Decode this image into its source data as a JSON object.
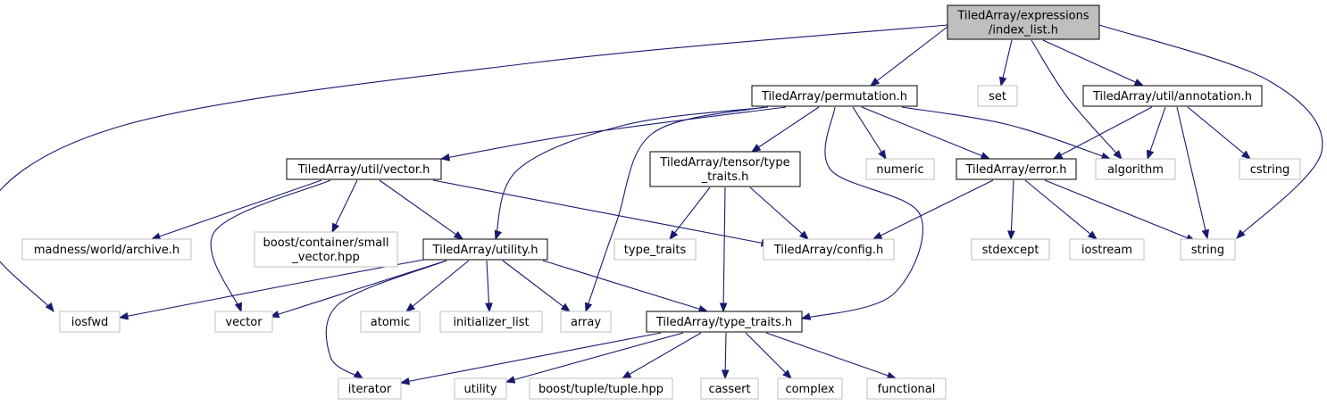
{
  "graph": {
    "colors": {
      "edge": "#191970",
      "root_fill": "#bfbfbf",
      "internal_border": "#000000",
      "external_border": "#bfbfbf",
      "text": "#000000"
    },
    "nodes": [
      {
        "id": "root",
        "kind": "root",
        "lines": [
          "TiledArray/expressions",
          "/index_list.h"
        ]
      },
      {
        "id": "permutation",
        "kind": "internal",
        "lines": [
          "TiledArray/permutation.h"
        ]
      },
      {
        "id": "set",
        "kind": "external",
        "lines": [
          "set"
        ]
      },
      {
        "id": "annotation",
        "kind": "internal",
        "lines": [
          "TiledArray/util/annotation.h"
        ]
      },
      {
        "id": "vector_h",
        "kind": "internal",
        "lines": [
          "TiledArray/util/vector.h"
        ]
      },
      {
        "id": "tensor_type_traits",
        "kind": "internal",
        "lines": [
          "TiledArray/tensor/type",
          "_traits.h"
        ]
      },
      {
        "id": "numeric",
        "kind": "external",
        "lines": [
          "numeric"
        ]
      },
      {
        "id": "error",
        "kind": "internal",
        "lines": [
          "TiledArray/error.h"
        ]
      },
      {
        "id": "algorithm",
        "kind": "external",
        "lines": [
          "algorithm"
        ]
      },
      {
        "id": "cstring",
        "kind": "external",
        "lines": [
          "cstring"
        ]
      },
      {
        "id": "archive",
        "kind": "external",
        "lines": [
          "madness/world/archive.h"
        ]
      },
      {
        "id": "small_vector",
        "kind": "external",
        "lines": [
          "boost/container/small",
          "_vector.hpp"
        ]
      },
      {
        "id": "utility_h",
        "kind": "internal",
        "lines": [
          "TiledArray/utility.h"
        ]
      },
      {
        "id": "type_traits",
        "kind": "external",
        "lines": [
          "type_traits"
        ]
      },
      {
        "id": "config",
        "kind": "external",
        "lines": [
          "TiledArray/config.h"
        ]
      },
      {
        "id": "stdexcept",
        "kind": "external",
        "lines": [
          "stdexcept"
        ]
      },
      {
        "id": "iostream",
        "kind": "external",
        "lines": [
          "iostream"
        ]
      },
      {
        "id": "string",
        "kind": "external",
        "lines": [
          "string"
        ]
      },
      {
        "id": "iosfwd",
        "kind": "external",
        "lines": [
          "iosfwd"
        ]
      },
      {
        "id": "vector",
        "kind": "external",
        "lines": [
          "vector"
        ]
      },
      {
        "id": "atomic",
        "kind": "external",
        "lines": [
          "atomic"
        ]
      },
      {
        "id": "initializer_list",
        "kind": "external",
        "lines": [
          "initializer_list"
        ]
      },
      {
        "id": "array",
        "kind": "external",
        "lines": [
          "array"
        ]
      },
      {
        "id": "ta_type_traits",
        "kind": "internal",
        "lines": [
          "TiledArray/type_traits.h"
        ]
      },
      {
        "id": "iterator",
        "kind": "external",
        "lines": [
          "iterator"
        ]
      },
      {
        "id": "utility",
        "kind": "external",
        "lines": [
          "utility"
        ]
      },
      {
        "id": "tuple",
        "kind": "external",
        "lines": [
          "boost/tuple/tuple.hpp"
        ]
      },
      {
        "id": "cassert",
        "kind": "external",
        "lines": [
          "cassert"
        ]
      },
      {
        "id": "complex",
        "kind": "external",
        "lines": [
          "complex"
        ]
      },
      {
        "id": "functional",
        "kind": "external",
        "lines": [
          "functional"
        ]
      }
    ],
    "edges": [
      [
        "root",
        "permutation"
      ],
      [
        "root",
        "set"
      ],
      [
        "root",
        "annotation"
      ],
      [
        "root",
        "algorithm"
      ],
      [
        "root",
        "string"
      ],
      [
        "root",
        "iosfwd"
      ],
      [
        "permutation",
        "vector_h"
      ],
      [
        "permutation",
        "tensor_type_traits"
      ],
      [
        "permutation",
        "numeric"
      ],
      [
        "permutation",
        "error"
      ],
      [
        "permutation",
        "algorithm"
      ],
      [
        "permutation",
        "utility_h"
      ],
      [
        "permutation",
        "array"
      ],
      [
        "permutation",
        "ta_type_traits"
      ],
      [
        "annotation",
        "error"
      ],
      [
        "annotation",
        "algorithm"
      ],
      [
        "annotation",
        "cstring"
      ],
      [
        "annotation",
        "string"
      ],
      [
        "vector_h",
        "archive"
      ],
      [
        "vector_h",
        "small_vector"
      ],
      [
        "vector_h",
        "utility_h"
      ],
      [
        "vector_h",
        "config"
      ],
      [
        "vector_h",
        "vector"
      ],
      [
        "tensor_type_traits",
        "type_traits"
      ],
      [
        "tensor_type_traits",
        "config"
      ],
      [
        "tensor_type_traits",
        "ta_type_traits"
      ],
      [
        "error",
        "config"
      ],
      [
        "error",
        "stdexcept"
      ],
      [
        "error",
        "iostream"
      ],
      [
        "error",
        "string"
      ],
      [
        "utility_h",
        "iosfwd"
      ],
      [
        "utility_h",
        "vector"
      ],
      [
        "utility_h",
        "atomic"
      ],
      [
        "utility_h",
        "initializer_list"
      ],
      [
        "utility_h",
        "array"
      ],
      [
        "utility_h",
        "iterator"
      ],
      [
        "utility_h",
        "ta_type_traits"
      ],
      [
        "ta_type_traits",
        "iterator"
      ],
      [
        "ta_type_traits",
        "utility"
      ],
      [
        "ta_type_traits",
        "tuple"
      ],
      [
        "ta_type_traits",
        "cassert"
      ],
      [
        "ta_type_traits",
        "complex"
      ],
      [
        "ta_type_traits",
        "functional"
      ]
    ]
  }
}
